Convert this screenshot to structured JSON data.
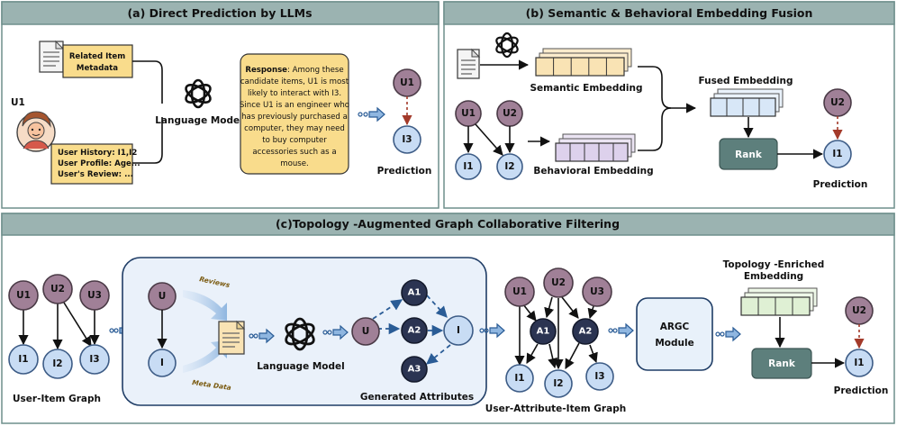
{
  "panel_a": {
    "title": "(a) Direct Prediction by LLMs",
    "item_box": [
      "Related Item",
      "Metadata"
    ],
    "user_label": "U1",
    "history_box": [
      "User History: I1,I2",
      "User Profile: Age...",
      "User's Review: ..."
    ],
    "model_label": "Language Model",
    "response_title": "Response",
    "response_lines": [
      ": Among these",
      "candidate items, U1 is most",
      "likely to interact with I3.",
      "Since U1 is an engineer who",
      "has previously purchased a",
      "computer, they may need",
      "to buy computer",
      "accessories such as a",
      "mouse."
    ],
    "pred_user": "U1",
    "pred_item": "I3",
    "pred_label": "Prediction"
  },
  "panel_b": {
    "title": "(b) Semantic & Behavioral Embedding Fusion",
    "semantic_label": "Semantic Embedding",
    "behavioral_label": "Behavioral Embedding",
    "fused_label": "Fused Embedding",
    "nodes": {
      "u1": "U1",
      "u2": "U2",
      "i1": "I1",
      "i2": "I2"
    },
    "rank_label": "Rank",
    "pred_user": "U2",
    "pred_item": "I1",
    "pred_label": "Prediction"
  },
  "panel_c": {
    "title": "(c)Topology -Augmented Graph Collaborative Filtering",
    "graph1": {
      "u1": "U1",
      "u2": "U2",
      "u3": "U3",
      "i1": "I1",
      "i2": "I2",
      "i3": "I3",
      "label": "User-Item Graph"
    },
    "gen": {
      "u_top": "U",
      "i_bottom": "I",
      "reviews": "Reviews",
      "meta": "Meta Data",
      "model_label": "Language Model",
      "u_mid": "U",
      "a1": "A1",
      "a2": "A2",
      "a3": "A3",
      "i_right": "I",
      "label": "Generated Attributes"
    },
    "graph2": {
      "u1": "U1",
      "u2": "U2",
      "u3": "U3",
      "a1": "A1",
      "a2": "A2",
      "i1": "I1",
      "i2": "I2",
      "i3": "I3",
      "label": "User-Attribute-Item Graph"
    },
    "argc": [
      "ARGC",
      "Module"
    ],
    "topo_label": [
      "Topology -Enriched",
      "Embedding"
    ],
    "rank_label": "Rank",
    "pred_user": "U2",
    "pred_item": "I1",
    "pred_label": "Prediction"
  }
}
